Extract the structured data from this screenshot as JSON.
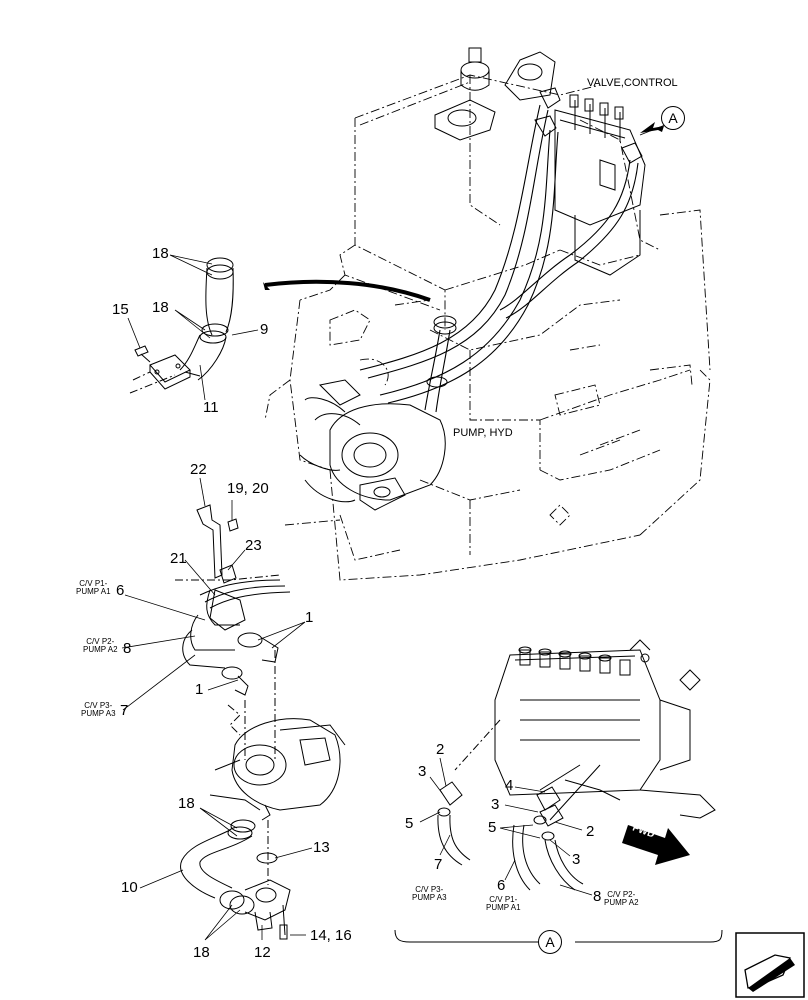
{
  "captions": {
    "valve_control": "VALVE,CONTROL",
    "pump_hyd": "PUMP, HYD",
    "fwd": "FWD",
    "view_a_top": "A",
    "view_a_bottom": "A"
  },
  "callouts": {
    "c18a": "18",
    "c18b": "18",
    "c15": "15",
    "c9": "9",
    "c11": "11",
    "c22": "22",
    "c19_20": "19, 20",
    "c23": "23",
    "c21": "21",
    "c6": "6",
    "c8": "8",
    "c7": "7",
    "c1a": "1",
    "c1b": "1",
    "c18c": "18",
    "c13": "13",
    "c10": "10",
    "c18d": "18",
    "c12": "12",
    "c14_16": "14, 16",
    "r2a": "2",
    "r3a": "3",
    "r5a": "5",
    "r7": "7",
    "r4": "4",
    "r3b": "3",
    "r5b": "5",
    "r2b": "2",
    "r3c": "3",
    "r6": "6",
    "r8": "8"
  },
  "port_labels": {
    "p6": "C/V P1-\nPUMP A1",
    "p8": "C/V P2-\nPUMP A2",
    "p7": "C/V P3-\nPUMP A3",
    "r7": "C/V P3-\nPUMP A3",
    "r6": "C/V P1-\nPUMP A1",
    "r8": "C/V P2-\nPUMP A2"
  },
  "icons": {
    "view_marker": "circle-letter-icon",
    "forward_arrow": "fwd-arrow-icon",
    "nav_arrow": "next-page-arrow-icon"
  }
}
